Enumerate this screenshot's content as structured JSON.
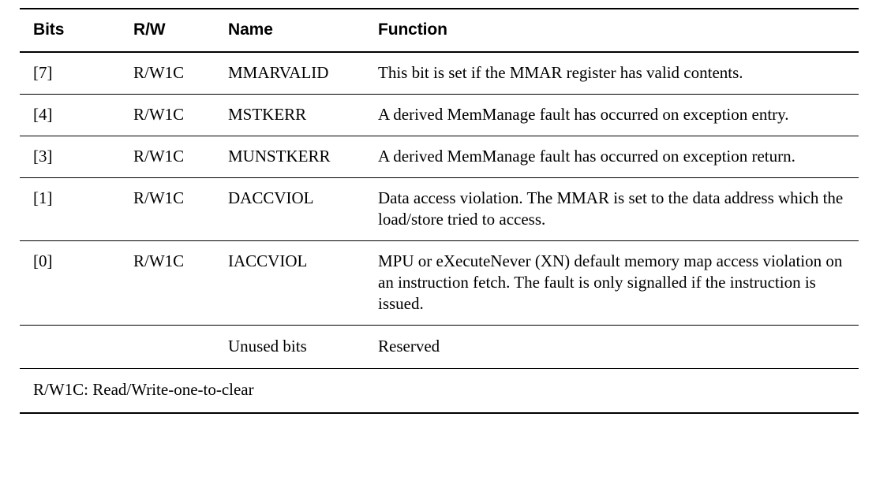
{
  "table": {
    "columns": [
      {
        "key": "bits",
        "label": "Bits"
      },
      {
        "key": "rw",
        "label": "R/W"
      },
      {
        "key": "name",
        "label": "Name"
      },
      {
        "key": "function",
        "label": "Function"
      }
    ],
    "rows": [
      {
        "bits": "[7]",
        "rw": "R/W1C",
        "name": "MMARVALID",
        "function": "This bit is set if the MMAR register has valid contents."
      },
      {
        "bits": "[4]",
        "rw": "R/W1C",
        "name": "MSTKERR",
        "function": "A derived MemManage fault has occurred on exception entry."
      },
      {
        "bits": "[3]",
        "rw": "R/W1C",
        "name": "MUNSTKERR",
        "function": "A derived MemManage fault has occurred on exception return."
      },
      {
        "bits": "[1]",
        "rw": "R/W1C",
        "name": "DACCVIOL",
        "function": "Data access violation. The MMAR is set to the data address which the load/store tried to access."
      },
      {
        "bits": "[0]",
        "rw": "R/W1C",
        "name": "IACCVIOL",
        "function": "MPU or eXecuteNever (XN) default memory map access violation on an instruction fetch. The fault is only signalled if the instruction is issued."
      },
      {
        "bits": "",
        "rw": "",
        "name": "Unused bits",
        "function": "Reserved"
      }
    ],
    "footnote": "R/W1C: Read/Write-one-to-clear"
  },
  "style": {
    "background": "#ffffff",
    "text_color": "#000000",
    "rule_color": "#000000"
  }
}
